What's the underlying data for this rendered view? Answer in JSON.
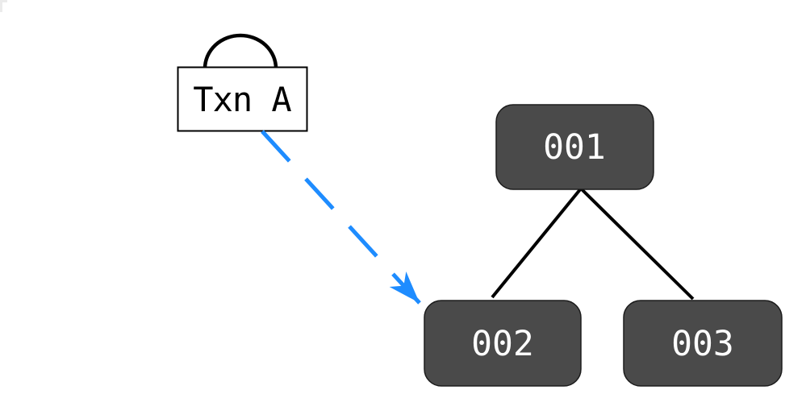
{
  "diagram": {
    "description": "Transaction pointing into a tree of nodes",
    "txn_box": {
      "label": "Txn A",
      "has_self_loop": true
    },
    "nodes": [
      {
        "label": "001",
        "role": "root"
      },
      {
        "label": "002",
        "role": "left-child"
      },
      {
        "label": "003",
        "role": "right-child"
      }
    ],
    "edges": [
      {
        "from": "001",
        "to": "002",
        "style": "solid-black"
      },
      {
        "from": "001",
        "to": "003",
        "style": "solid-black"
      },
      {
        "from": "Txn A",
        "to": "Txn A",
        "style": "self-loop-arc"
      },
      {
        "from": "Txn A",
        "to": "002",
        "style": "blue-dashed-stealth-arrow"
      }
    ],
    "colors": {
      "background": "#ffffff",
      "node_fill": "#4a4a4a",
      "node_border": "#1c1c1c",
      "node_text": "#ffffff",
      "txn_box_fill": "#ffffff",
      "txn_box_border": "#000000",
      "txn_box_text": "#000000",
      "tree_edge": "#000000",
      "dashed_arrow": "#1e8cff"
    }
  }
}
